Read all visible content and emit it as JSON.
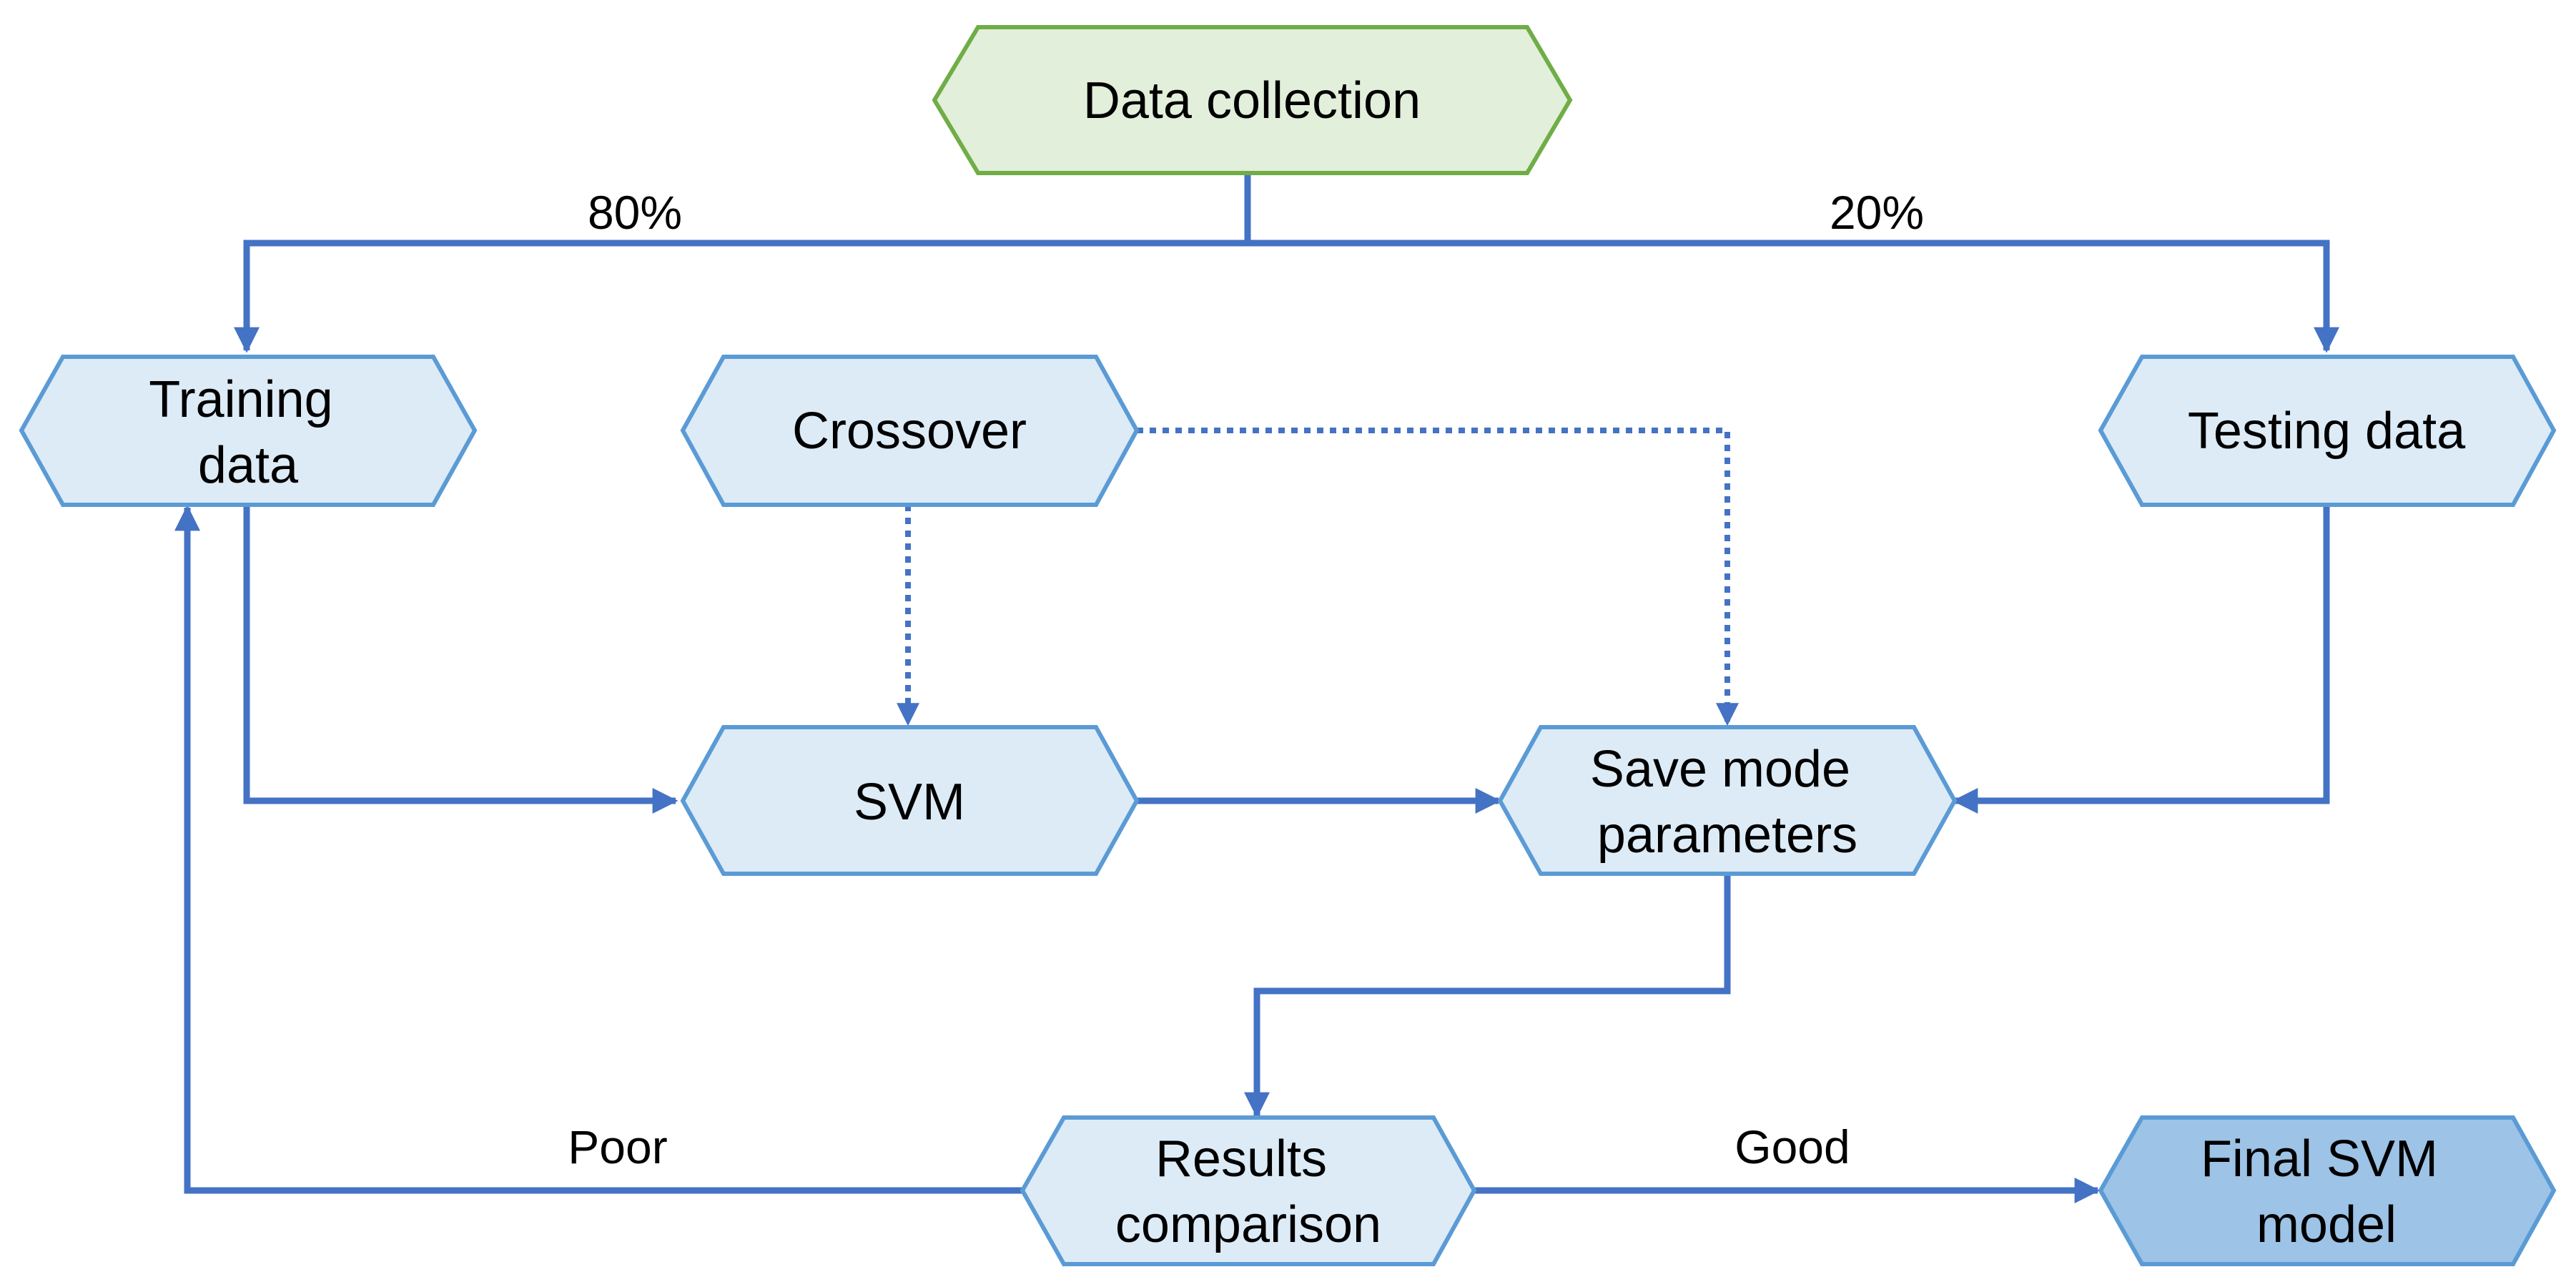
{
  "nodes": {
    "data_collection": {
      "lines": [
        "Data collection"
      ]
    },
    "training_data": {
      "lines": [
        "Training",
        "data"
      ]
    },
    "crossover": {
      "lines": [
        "Crossover"
      ]
    },
    "testing_data": {
      "lines": [
        "Testing data"
      ]
    },
    "svm": {
      "lines": [
        "SVM"
      ]
    },
    "save_mode_parameters": {
      "lines": [
        "Save mode",
        "parameters"
      ]
    },
    "results_comparison": {
      "lines": [
        "Results",
        "comparison"
      ]
    },
    "final_svm_model": {
      "lines": [
        "Final SVM",
        "model"
      ]
    }
  },
  "edge_labels": {
    "split_training": "80%",
    "split_testing": "20%",
    "poor": "Poor",
    "good": "Good"
  },
  "colors": {
    "start_fill": "#E2EFDA",
    "start_stroke": "#70AD47",
    "process_fill": "#DDEBF7",
    "process_stroke": "#5B9BD5",
    "final_fill": "#9DC3E6",
    "final_stroke": "#5B9BD5",
    "connector": "#4472C4"
  }
}
